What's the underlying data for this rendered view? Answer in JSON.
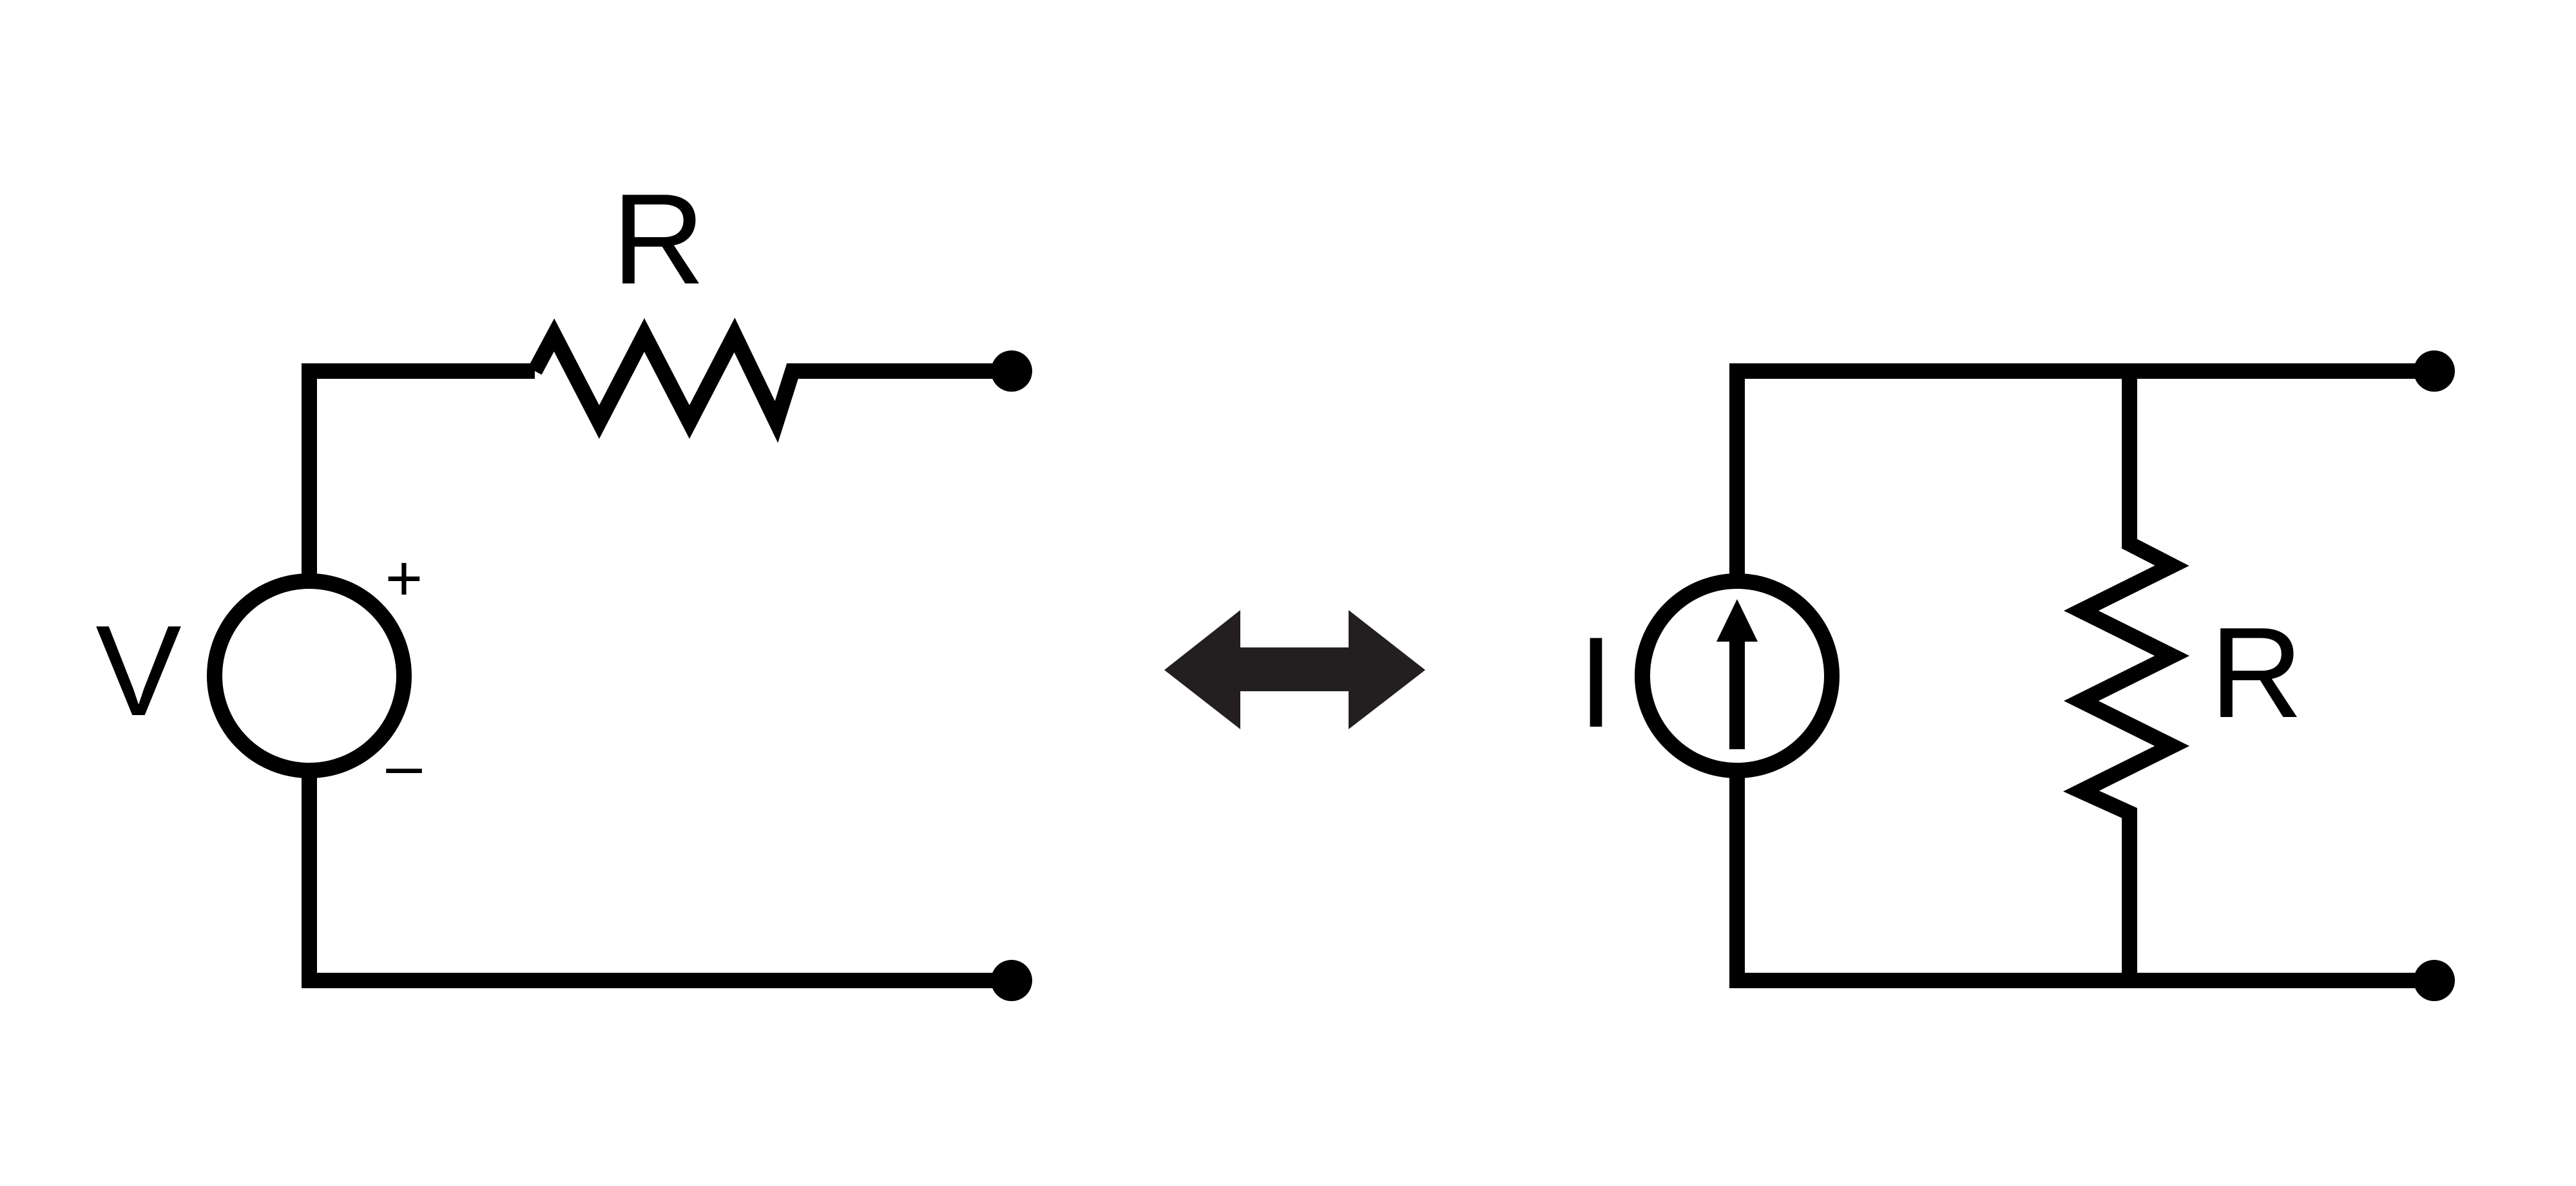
{
  "left_circuit": {
    "source_label": "V",
    "resistor_label": "R",
    "plus_sign": "+",
    "minus_sign": "–"
  },
  "right_circuit": {
    "source_label": "I",
    "resistor_label": "R"
  },
  "equivalence_arrow": {
    "icon": "double-headed-arrow-icon",
    "color": "#231f20"
  },
  "colors": {
    "wire": "#000000",
    "background": "#ffffff"
  }
}
